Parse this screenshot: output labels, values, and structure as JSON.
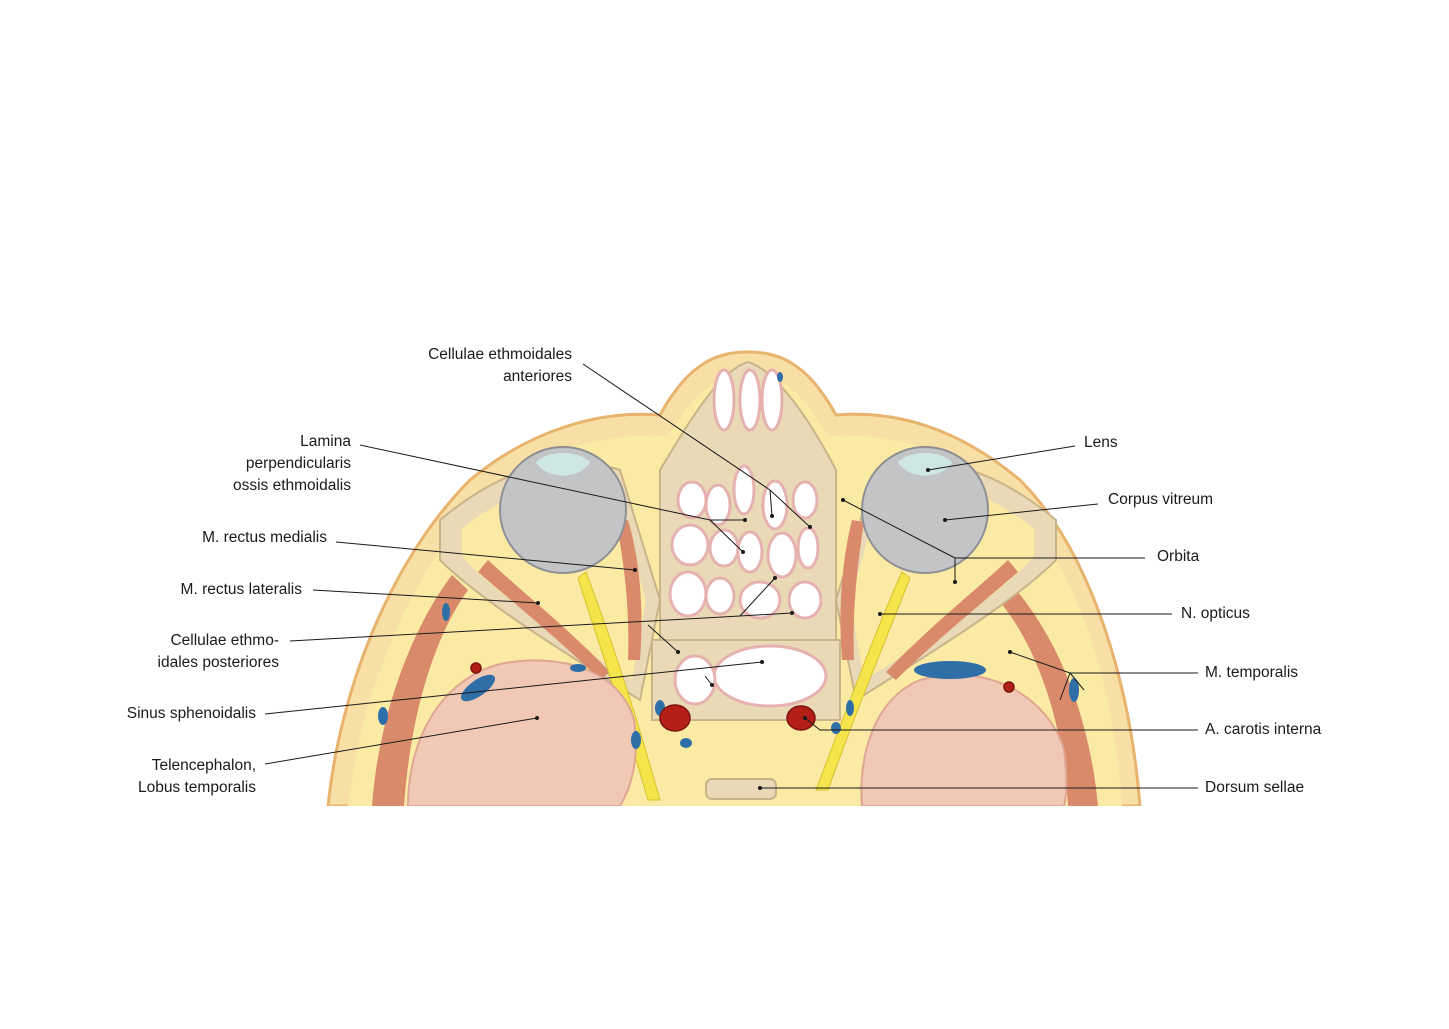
{
  "figure": {
    "colors": {
      "skin": "#f7dfa6",
      "skin_outline": "#e7b36d",
      "fat": "#fbeaa4",
      "bone": "#ead9b6",
      "bone_outline": "#c9b48a",
      "muscle": "#d98a6b",
      "brain": "#f1c8b4",
      "brain_outline": "#e0a694",
      "eye": "#c3c4c6",
      "lens": "#cfe7e4",
      "nerve": "#f5e44c",
      "vein": "#2f6fa8",
      "artery": "#b42018",
      "mucosa": "#e6b2b0"
    }
  },
  "labels": {
    "cellulae_ant": [
      "Cellulae ethmoidales",
      "anteriores"
    ],
    "lamina": [
      "Lamina",
      "perpendicularis",
      "ossis ethmoidalis"
    ],
    "rectus_medialis": [
      "M. rectus medialis"
    ],
    "rectus_lateralis": [
      "M. rectus lateralis"
    ],
    "cellulae_post": [
      "Cellulae ethmo-",
      "idales posteriores"
    ],
    "sinus_sphenoidalis": [
      "Sinus sphenoidalis"
    ],
    "telencephalon": [
      "Telencephalon,",
      "Lobus temporalis"
    ],
    "lens": [
      "Lens"
    ],
    "corpus_vitreum": [
      "Corpus vitreum"
    ],
    "orbita": [
      "Orbita"
    ],
    "n_opticus": [
      "N. opticus"
    ],
    "m_temporalis": [
      "M. temporalis"
    ],
    "a_carotis": [
      "A. carotis interna"
    ],
    "dorsum_sellae": [
      "Dorsum sellae"
    ]
  }
}
